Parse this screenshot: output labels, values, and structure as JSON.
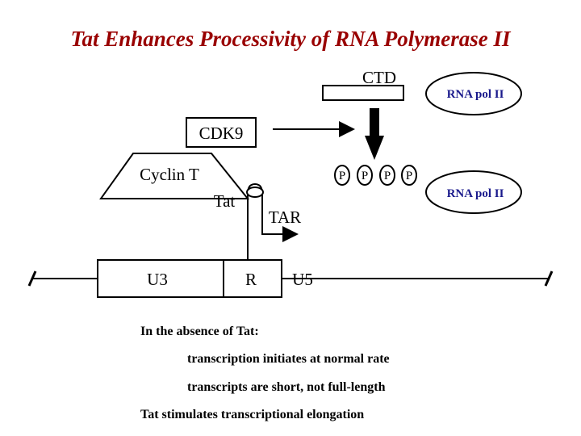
{
  "title": "Tat Enhances Processivity of RNA Polymerase II",
  "labels": {
    "ctd": "CTD",
    "rna_pol_top": "RNA pol II",
    "cdk9": "CDK9",
    "cyclin_t": "Cyclin T",
    "tat": "Tat",
    "tar": "TAR",
    "rna_pol_bottom": "RNA pol II",
    "u3": "U3",
    "r": "R",
    "u5": "U5",
    "phosphates": [
      "P",
      "P",
      "P",
      "P"
    ]
  },
  "notes": {
    "heading": "In the absence of  Tat:",
    "line1": "transcription initiates at normal rate",
    "line2": "transcripts are short, not full-length",
    "line3": "Tat stimulates transcriptional elongation"
  },
  "colors": {
    "title": "#990000",
    "pol_text": "#1a1a8c",
    "stroke": "#000000"
  }
}
